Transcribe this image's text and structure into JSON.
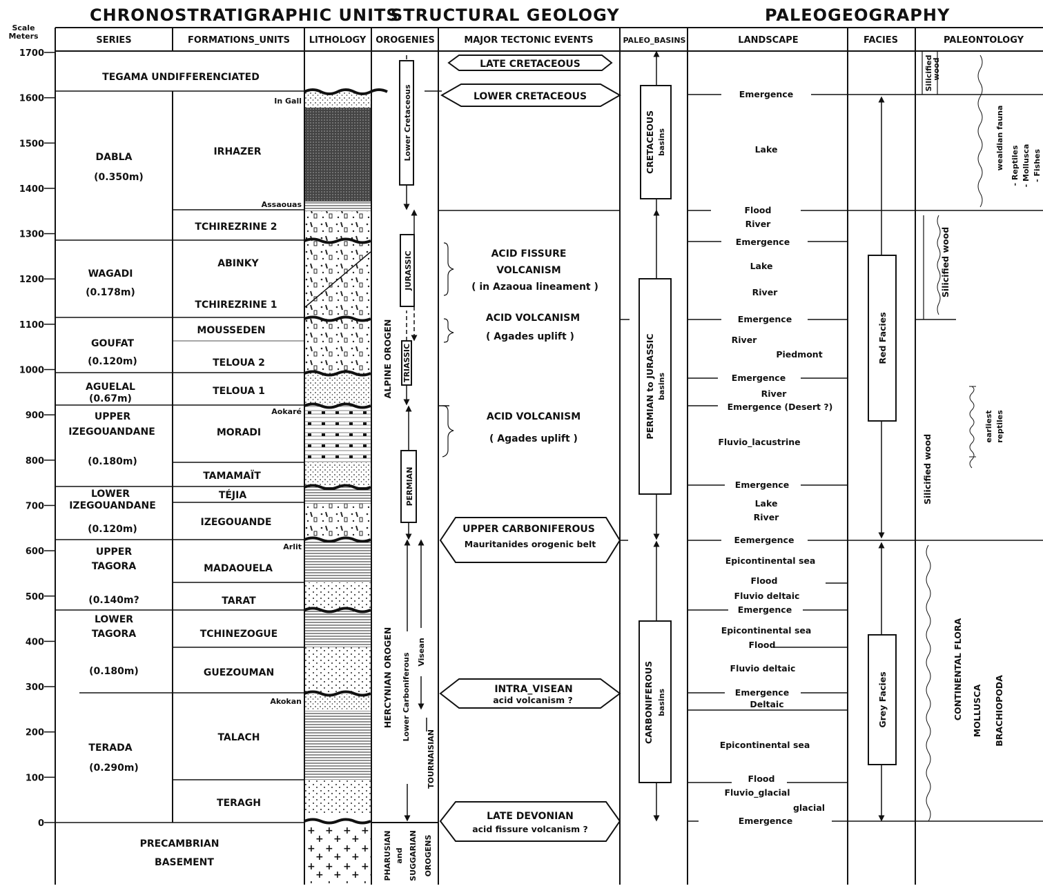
{
  "headers": {
    "chrono": "CHRONOSTRATIGRAPHIC UNITS",
    "structural": "STRUCTURAL GEOLOGY",
    "paleo": "PALEOGEOGRAPHY"
  },
  "scale_label": [
    "Scale",
    "Meters"
  ],
  "columns": [
    "SERIES",
    "FORMATIONS_UNITS",
    "LITHOLOGY",
    "OROGENIES",
    "MAJOR TECTONIC EVENTS",
    "PALEO_BASINS",
    "LANDSCAPE",
    "FACIES",
    "PALEONTOLOGY"
  ],
  "scale_ticks": [
    "1700",
    "1600",
    "1500",
    "1400",
    "1300",
    "1200",
    "1100",
    "1000",
    "900",
    "800",
    "700",
    "600",
    "500",
    "400",
    "300",
    "200",
    "100",
    "0"
  ],
  "series": [
    {
      "name": "TEGAMA UNDIFFERENCIATED"
    },
    {
      "name": "DABLA",
      "thickness": "(0.350m)"
    },
    {
      "name": "WAGADI",
      "thickness": "(0.178m)"
    },
    {
      "name": "GOUFAT",
      "thickness": "(0.120m)"
    },
    {
      "name": "AGUELAL",
      "thickness": "(0.67m)"
    },
    {
      "name": "UPPER IZEGOUANDANE",
      "thickness": "(0.180m)"
    },
    {
      "name": "LOWER IZEGOUANDANE",
      "thickness": "(0.120m)"
    },
    {
      "name": "UPPER TAGORA",
      "thickness": "(0.140m?"
    },
    {
      "name": "LOWER TAGORA",
      "thickness": "(0.180m)"
    },
    {
      "name": "TERADA",
      "thickness": "(0.290m)"
    },
    {
      "name": "PRECAMBRIAN BASEMENT"
    }
  ],
  "formations": [
    "IRHAZER",
    "TCHIREZRINE 2",
    "ABINKY",
    "TCHIREZRINE 1",
    "MOUSSEDEN",
    "TELOUA 2",
    "TELOUA 1",
    "MORADI",
    "TAMAMAÏT",
    "TÉJIA",
    "IZEGOUANDE",
    "MADAOUELA",
    "TARAT",
    "TCHINEZOGUE",
    "GUEZOUMAN",
    "TALACH",
    "TERAGH"
  ],
  "horizon_labels": [
    "In Gall",
    "Assaouas",
    "Aokaré",
    "Arlit",
    "Akokan"
  ],
  "orogenies": {
    "alpine": "ALPINE OROGEN",
    "hercynian": "HERCYNIAN OROGEN",
    "pharusian": [
      "PHARUSIAN",
      "and",
      "SUGGARIAN",
      "OROGENS"
    ],
    "periods": [
      "Lower Cretaceous",
      "JURASSIC",
      "TRIASSIC",
      "PERMIAN",
      "Lower Carboniferous",
      "Visean",
      "TOURNAISIAN"
    ]
  },
  "tectonic_events": {
    "late_cretaceous": "LATE CRETACEOUS",
    "lower_cretaceous": "LOWER CRETACEOUS",
    "acid_fissure": [
      "ACID FISSURE",
      "VOLCANISM",
      "( in Azaoua lineament )"
    ],
    "acid_volc_1": [
      "ACID VOLCANISM",
      "( Agades uplift )"
    ],
    "acid_volc_2": [
      "ACID VOLCANISM",
      "( Agades uplift )"
    ],
    "upper_carb": [
      "UPPER CARBONIFEROUS",
      "Mauritanides orogenic belt"
    ],
    "intra_visean": [
      "INTRA_VISEAN",
      "acid volcanism ?"
    ],
    "late_devonian": [
      "LATE DEVONIAN",
      "acid fissure volcanism ?"
    ]
  },
  "paleo_basins": {
    "cretaceous": [
      "CRETACEOUS",
      "basins"
    ],
    "permian_jurassic": [
      "PERMIAN to JURASSIC",
      "basins"
    ],
    "carboniferous": [
      "CARBONIFEROUS",
      "basins"
    ]
  },
  "landscape": [
    "Emergence",
    "Lake",
    "Flood",
    "River",
    "Emergence",
    "Lake",
    "River",
    "Emergence",
    "River",
    "Piedmont",
    "Emergence",
    "River",
    "Emergence (Desert ?)",
    "Fluvio_lacustrine",
    "Emergence",
    "Lake",
    "River",
    "Eemergence",
    "Epicontinental sea",
    "Flood",
    "Fluvio deltaic",
    "Emergence",
    "Epicontinental sea",
    "Flood",
    "Fluvio deltaic",
    "Emergence",
    "Deltaic",
    "Epicontinental sea",
    "Flood",
    "Fluvio_glacial",
    "glacial",
    "Emergence"
  ],
  "facies": {
    "red": "Red Facies",
    "grey": "Grey Facies"
  },
  "paleontology": {
    "silicified_wood": "Silicified wood",
    "wealdian": [
      "wealdian fauna",
      "- Reptiles",
      "- Mollusca",
      "- Fishes"
    ],
    "earliest_reptiles": [
      "earliest",
      "reptiles"
    ],
    "continental_flora": "CONTINENTAL FLORA",
    "mollusca": "MOLLUSCA",
    "brachiopoda": "BRACHIOPODA"
  }
}
